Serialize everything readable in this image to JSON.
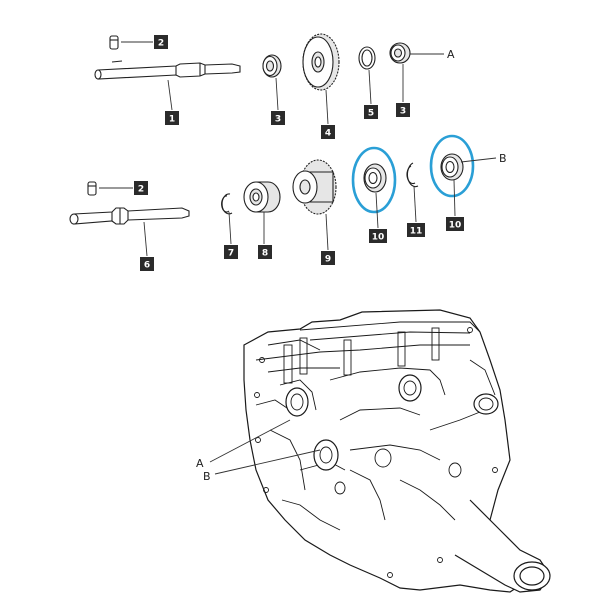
{
  "diagram": {
    "part_numbers": {
      "p1": "1",
      "p2a": "2",
      "p2b": "2",
      "p3a": "3",
      "p3b": "3",
      "p4": "4",
      "p5": "5",
      "p6": "6",
      "p7": "7",
      "p8": "8",
      "p9": "9",
      "p10a": "10",
      "p10b": "10",
      "p11": "11"
    },
    "letters": {
      "a_top": "A",
      "b_top": "B",
      "a_housing": "A",
      "b_housing": "B"
    },
    "highlight_color": "#2a9fd6",
    "tag_color": "#2b2b2b"
  }
}
